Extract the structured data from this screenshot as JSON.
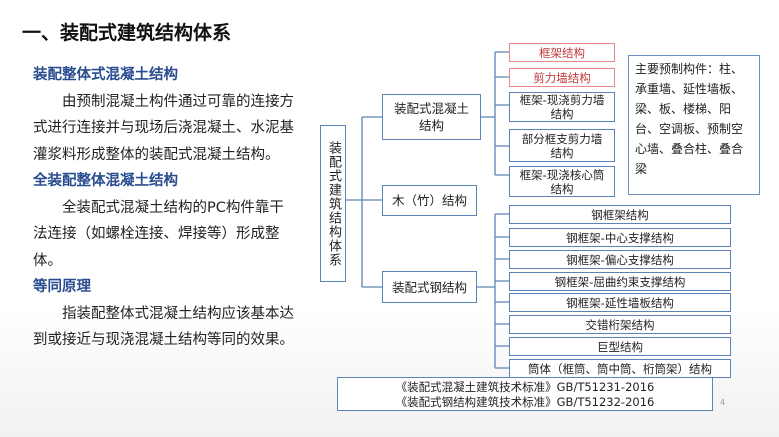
{
  "title": "一、装配式建筑结构体系",
  "left": {
    "h1": "装配整体式混凝土结构",
    "p1": "由预制混凝土构件通过可靠的连接方式进行连接并与现场后浇混凝土、水泥基灌浆料形成整体的装配式混凝土结构。",
    "h2": "全装配整体混凝土结构",
    "p2": "全装配式混凝土结构的PC构件靠干法连接（如螺栓连接、焊接等）形成整体。",
    "h3": "等同原理",
    "p3": "指装配整体式混凝土结构应该基本达到或接近与现浇混凝土结构等同的效果。"
  },
  "diagram": {
    "root": "装配式建筑结构体系",
    "concrete": "装配式混凝土结构",
    "wood": "木（竹）结构",
    "steel": "装配式钢结构",
    "concrete_types": [
      "框架结构",
      "剪力墙结构",
      "框架-现浇剪力墙结构",
      "部分框支剪力墙结构",
      "框架-现浇核心筒结构"
    ],
    "steel_types": [
      "钢框架结构",
      "钢框架-中心支撑结构",
      "钢框架-偏心支撑结构",
      "钢框架-屈曲约束支撑结构",
      "钢框架-延性墙板结构",
      "交错桁架结构",
      "巨型结构",
      "筒体（框筒、筒中筒、桁筒架）结构"
    ],
    "note": "主要预制构件：柱、承重墙、延性墙板、梁、板、楼梯、阳台、空调板、预制空心墙、叠合柱、叠合梁"
  },
  "standards": [
    "《装配式混凝土建筑技术标准》GB/T51231-2016",
    "《装配式钢结构建筑技术标准》GB/T51232-2016"
  ],
  "page_number": "4",
  "colors": {
    "heading_blue": "#2a4d8f",
    "box_border": "#5b85b8",
    "red": "#c0393b"
  }
}
